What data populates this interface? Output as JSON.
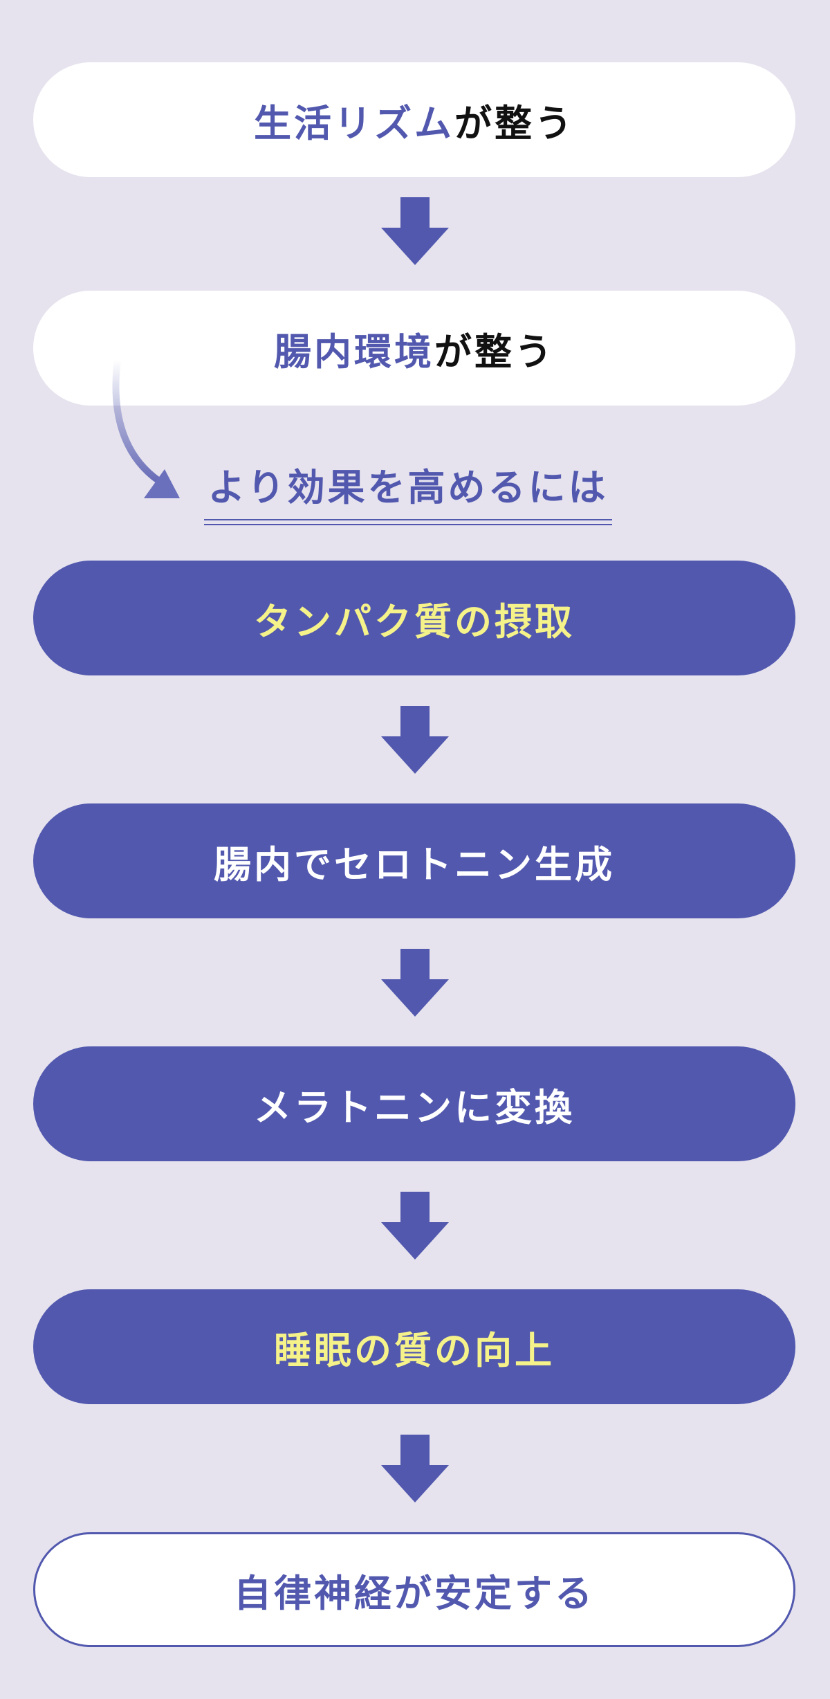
{
  "flow": {
    "step1": {
      "highlight": "生活リズム",
      "rest": "が整う"
    },
    "step2": {
      "highlight": "腸内環境",
      "rest": "が整う"
    },
    "sub_heading": "より効果を高めるには",
    "step3": "タンパク質の摂取",
    "step4": "腸内でセロトニン生成",
    "step5": "メラトニンに変換",
    "step6": "睡眠の質の向上",
    "step7": "自律神経が安定する"
  },
  "colors": {
    "background": "#e6e3ee",
    "accent": "#5158ae",
    "highlight_text": "#f6f28a",
    "white": "#ffffff"
  },
  "icons": [
    "arrow-down-icon",
    "curved-arrow-icon"
  ]
}
